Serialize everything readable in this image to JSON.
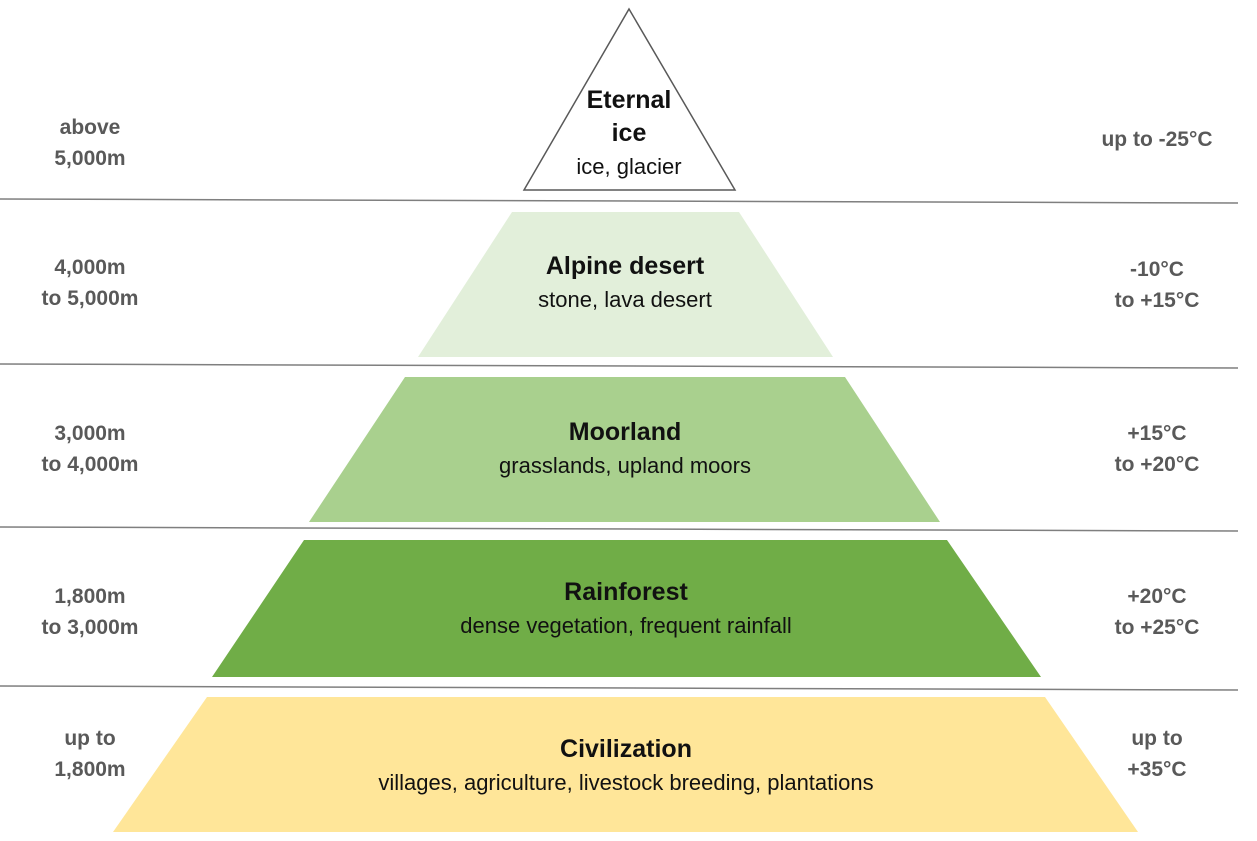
{
  "zones": [
    {
      "title": "Eternal ice",
      "title_lines": [
        "Eternal",
        "ice"
      ],
      "subtitle": "ice, glacier",
      "altitude_lines": [
        "above",
        "5,000m"
      ],
      "temperature_lines": [
        "up to -25°C"
      ],
      "fill": "#ffffff",
      "stroke": "#595959"
    },
    {
      "title": "Alpine desert",
      "subtitle": "stone, lava desert",
      "altitude_lines": [
        "4,000m",
        "to 5,000m"
      ],
      "temperature_lines": [
        "-10°C",
        "to +15°C"
      ],
      "fill": "#e2efda"
    },
    {
      "title": "Moorland",
      "subtitle": "grasslands, upland moors",
      "altitude_lines": [
        "3,000m",
        "to 4,000m"
      ],
      "temperature_lines": [
        "+15°C",
        "to +20°C"
      ],
      "fill": "#a9d08e"
    },
    {
      "title": "Rainforest",
      "subtitle": "dense vegetation, frequent rainfall",
      "altitude_lines": [
        "1,800m",
        "to 3,000m"
      ],
      "temperature_lines": [
        "+20°C",
        "to +25°C"
      ],
      "fill": "#70ad47"
    },
    {
      "title": "Civilization",
      "subtitle": "villages, agriculture, livestock breeding, plantations",
      "altitude_lines": [
        "up to",
        "1,800m"
      ],
      "temperature_lines": [
        "up to",
        "+35°C"
      ],
      "fill": "#ffe699"
    }
  ],
  "colors": {
    "divider": "#7f7f7f",
    "side_text": "#595959",
    "center_text": "#111111"
  }
}
